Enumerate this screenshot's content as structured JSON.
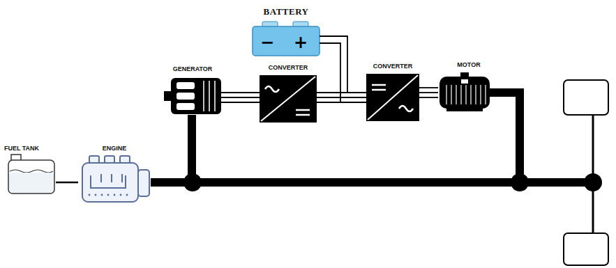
{
  "diagram": {
    "nodes": [
      {
        "text": [
          "FUEL TANK"
        ]
      },
      {
        "text": [
          "ENGINE"
        ]
      },
      {
        "text": [
          "GENERATOR"
        ]
      },
      {
        "text": [
          "CONVERTER"
        ]
      },
      {
        "text": [
          "BATTERY",
          "−",
          "+"
        ]
      },
      {
        "text": [
          "CONVERTER"
        ]
      },
      {
        "text": [
          "MOTOR"
        ]
      }
    ],
    "edges": [
      {
        "from": 0,
        "to": 1,
        "arrow": "none"
      },
      {
        "from": 1,
        "to": 2,
        "arrow": "none"
      },
      {
        "from": 2,
        "to": 3,
        "arrow": "none"
      },
      {
        "from": 3,
        "to": 5,
        "arrow": "none"
      },
      {
        "from": 4,
        "to": 5,
        "arrow": "none"
      },
      {
        "from": 5,
        "to": 6,
        "arrow": "none"
      },
      {
        "from": 1,
        "to": 6,
        "arrow": "none"
      }
    ]
  }
}
